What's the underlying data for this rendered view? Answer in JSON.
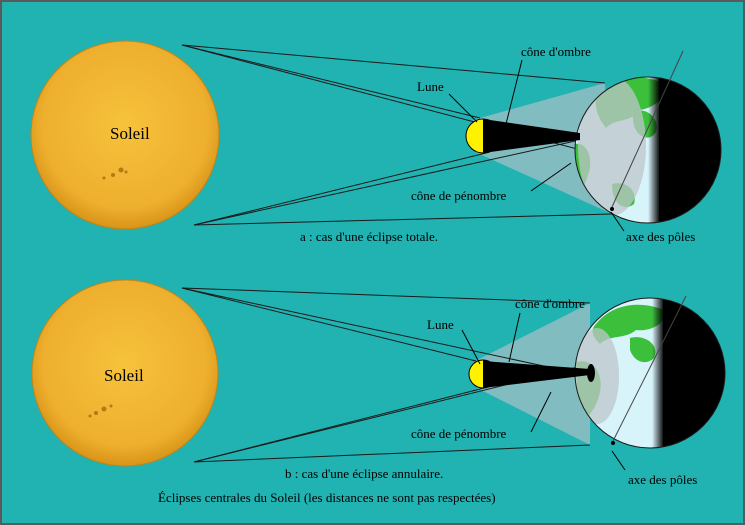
{
  "colors": {
    "background": "#21b2b2",
    "border": "#5a5a5a",
    "sun_fill": "#f0b432",
    "sun_edge": "#cc8a10",
    "moon_day": "#fff200",
    "moon_night": "#000000",
    "ocean": "#d8f4fb",
    "land": "#3cc03c",
    "penumbra": "#b3c2c8",
    "night": "#000000"
  },
  "panel_a": {
    "sun_label": "Soleil",
    "moon_label": "Lune",
    "umbra_label": "cône d'ombre",
    "penumbra_label": "cône de pénombre",
    "axis_label": "axe des pôles",
    "caption": "a : cas d'une éclipse totale."
  },
  "panel_b": {
    "sun_label": "Soleil",
    "moon_label": "Lune",
    "umbra_label": "cône d'ombre",
    "penumbra_label": "cône de pénombre",
    "axis_label": "axe des pôles",
    "caption": "b : cas d'une éclipse annulaire."
  },
  "footer_caption": "Éclipses centrales du Soleil (les distances ne sont pas respectées)"
}
